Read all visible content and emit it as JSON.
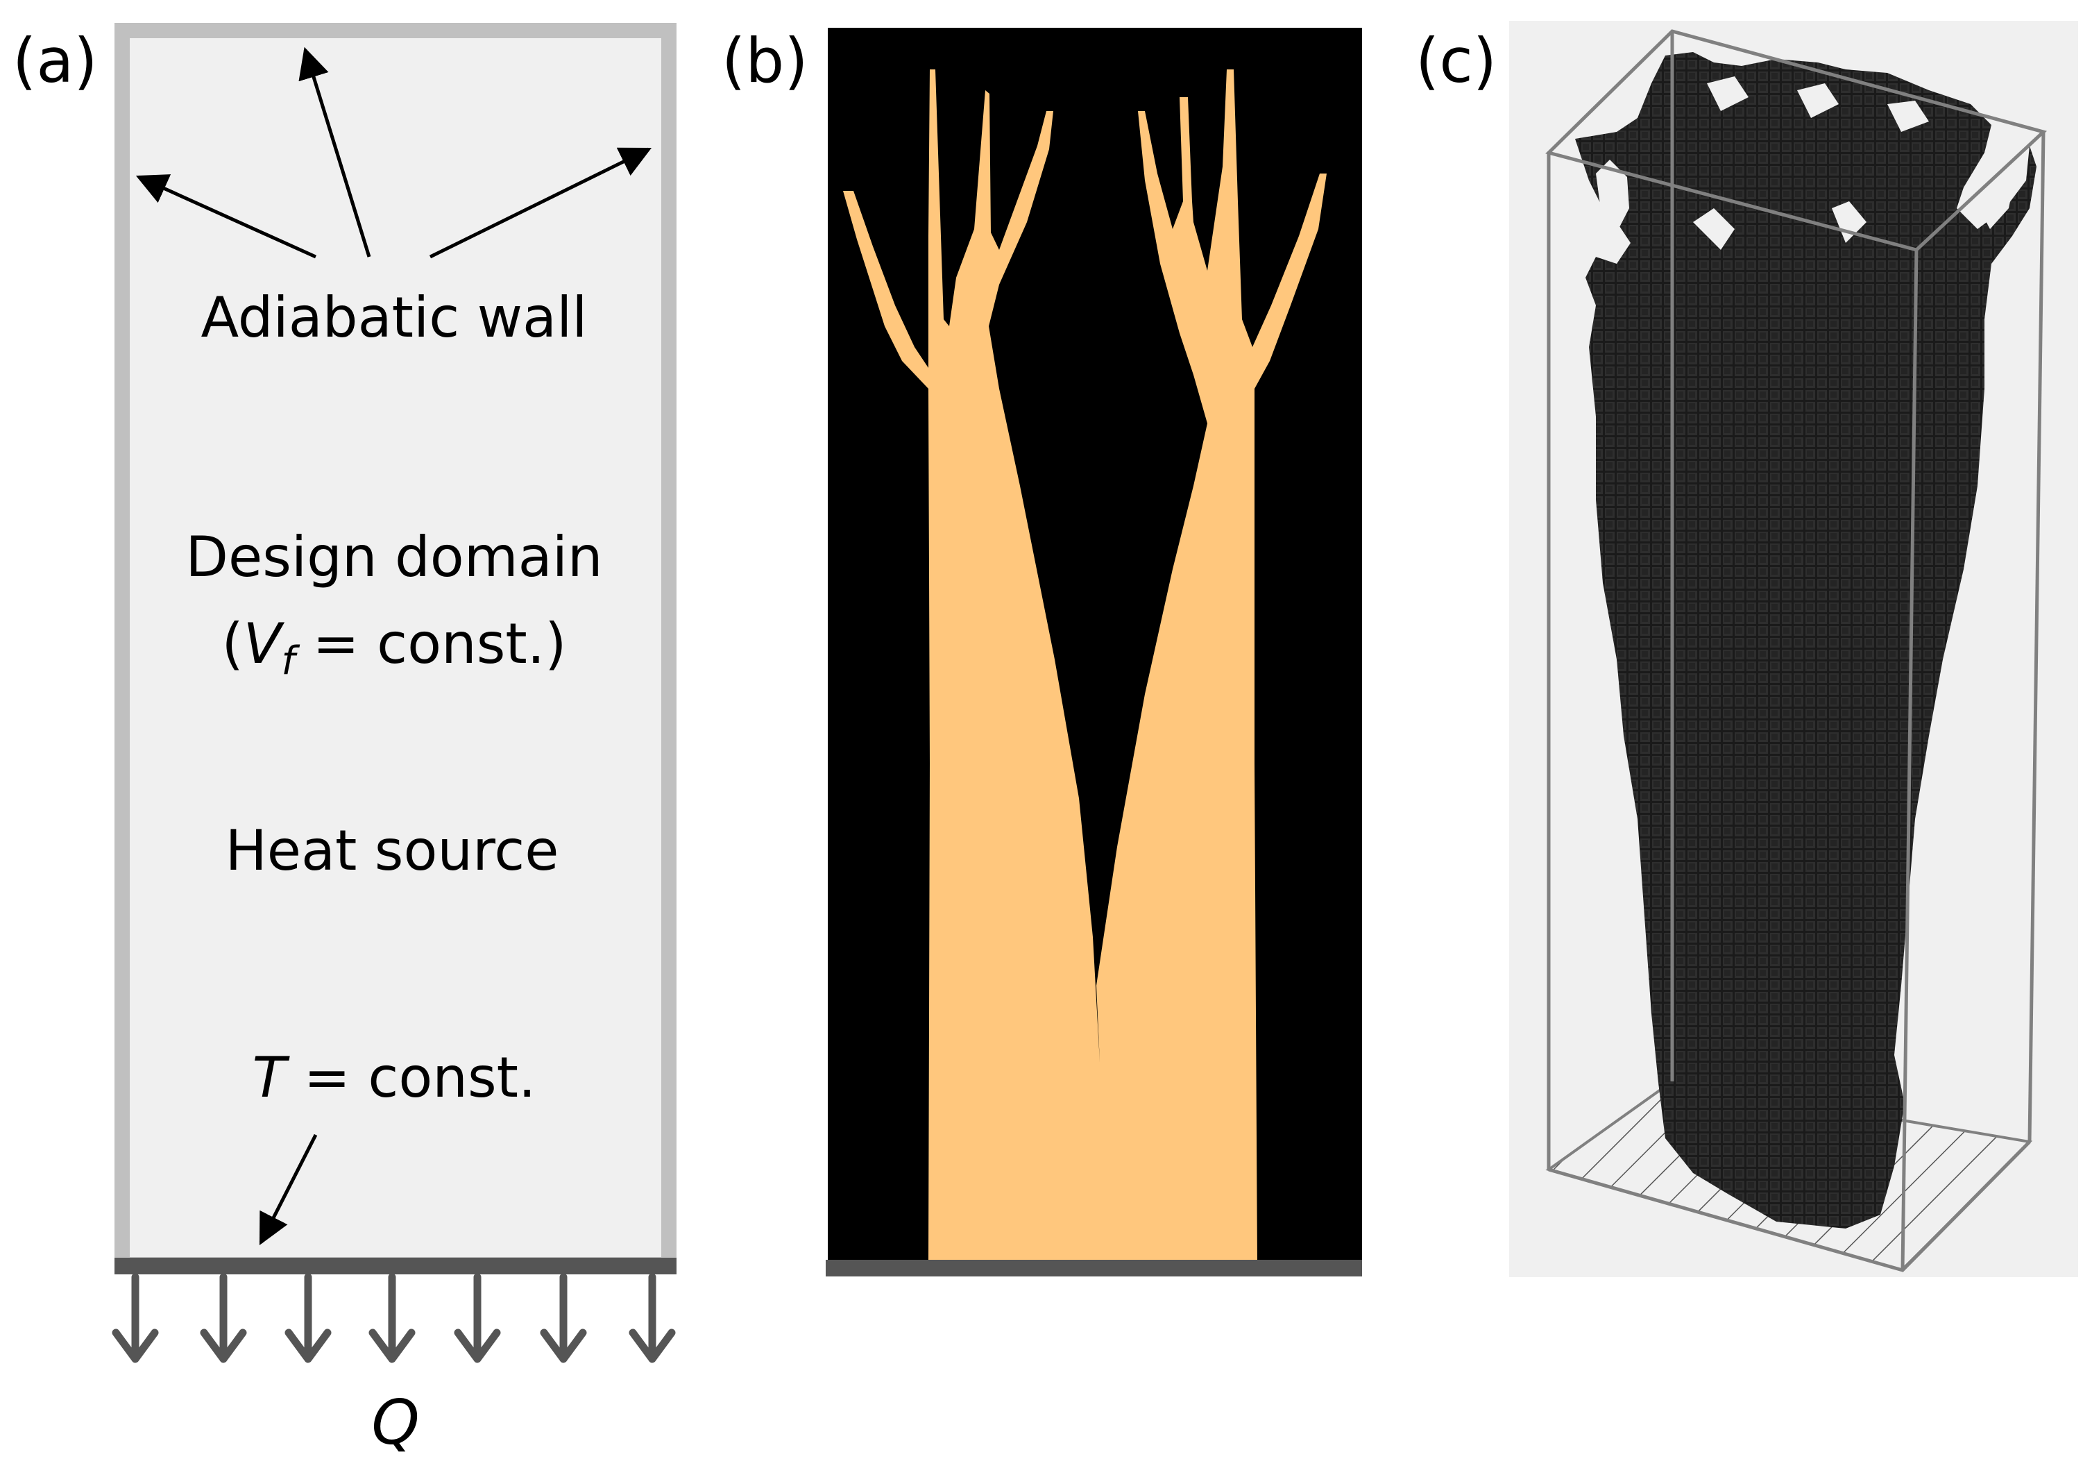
{
  "panels": {
    "a": {
      "label": "(a)",
      "wall_label": "Adiabatic wall",
      "domain_label": "Design domain",
      "vf_symbol": "V",
      "vf_subscript": "f",
      "vf_rest": " = const.)",
      "vf_open": "(",
      "source_label": "Heat source",
      "t_symbol": "T",
      "t_rest": " = const.",
      "q_symbol": "Q"
    },
    "b": {
      "label": "(b)"
    },
    "c": {
      "label": "(c)"
    }
  },
  "colors": {
    "domain_fill": "#f0f0f0",
    "wall": "#c0c0c0",
    "base": "#555555",
    "tree": "#ffc77d",
    "tree_bg": "#000000",
    "voxel": "#1c1c1c",
    "box_line": "#808080"
  }
}
